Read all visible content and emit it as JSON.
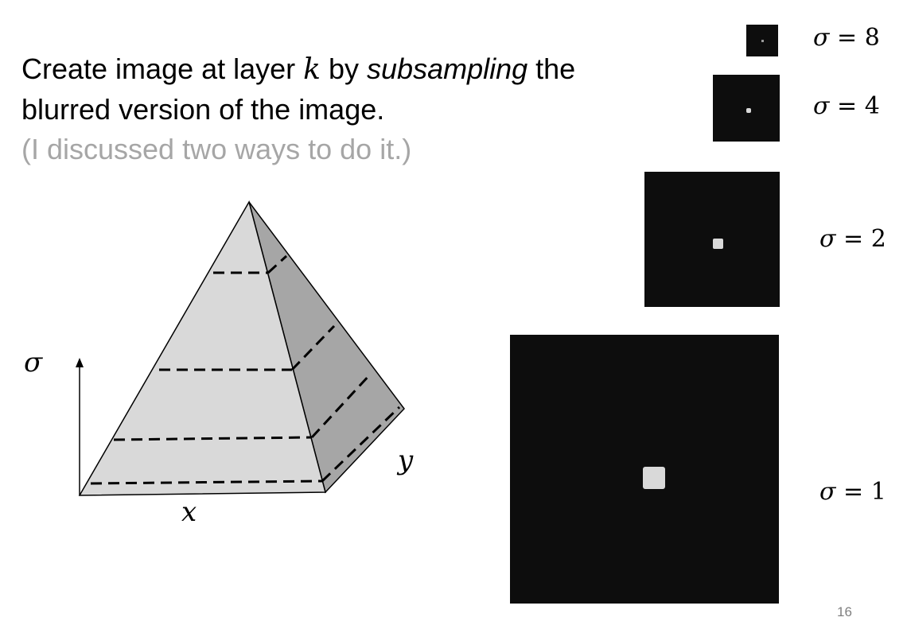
{
  "slide": {
    "title_part1": "Create image at layer ",
    "title_var": "k",
    "title_part2": " by ",
    "title_emph": "subsampling",
    "title_part3": " the",
    "title_line2": "blurred version of the image.",
    "subtitle": "(I discussed two ways to do it.)",
    "page_number": "16"
  },
  "diagram": {
    "axis_sigma": "σ",
    "axis_x": "x",
    "axis_y": "y"
  },
  "pyramid_levels": [
    {
      "sym": "σ",
      "eq": " = 8"
    },
    {
      "sym": "σ",
      "eq": " = 4"
    },
    {
      "sym": "σ",
      "eq": " = 2"
    },
    {
      "sym": "σ",
      "eq": " = 1"
    }
  ],
  "colors": {
    "face_front": "#d9d9d9",
    "face_side": "#a6a6a6",
    "image_bg": "#0d0d0d",
    "blob": "#d9d9d9",
    "subtitle": "#a6a6a6"
  }
}
